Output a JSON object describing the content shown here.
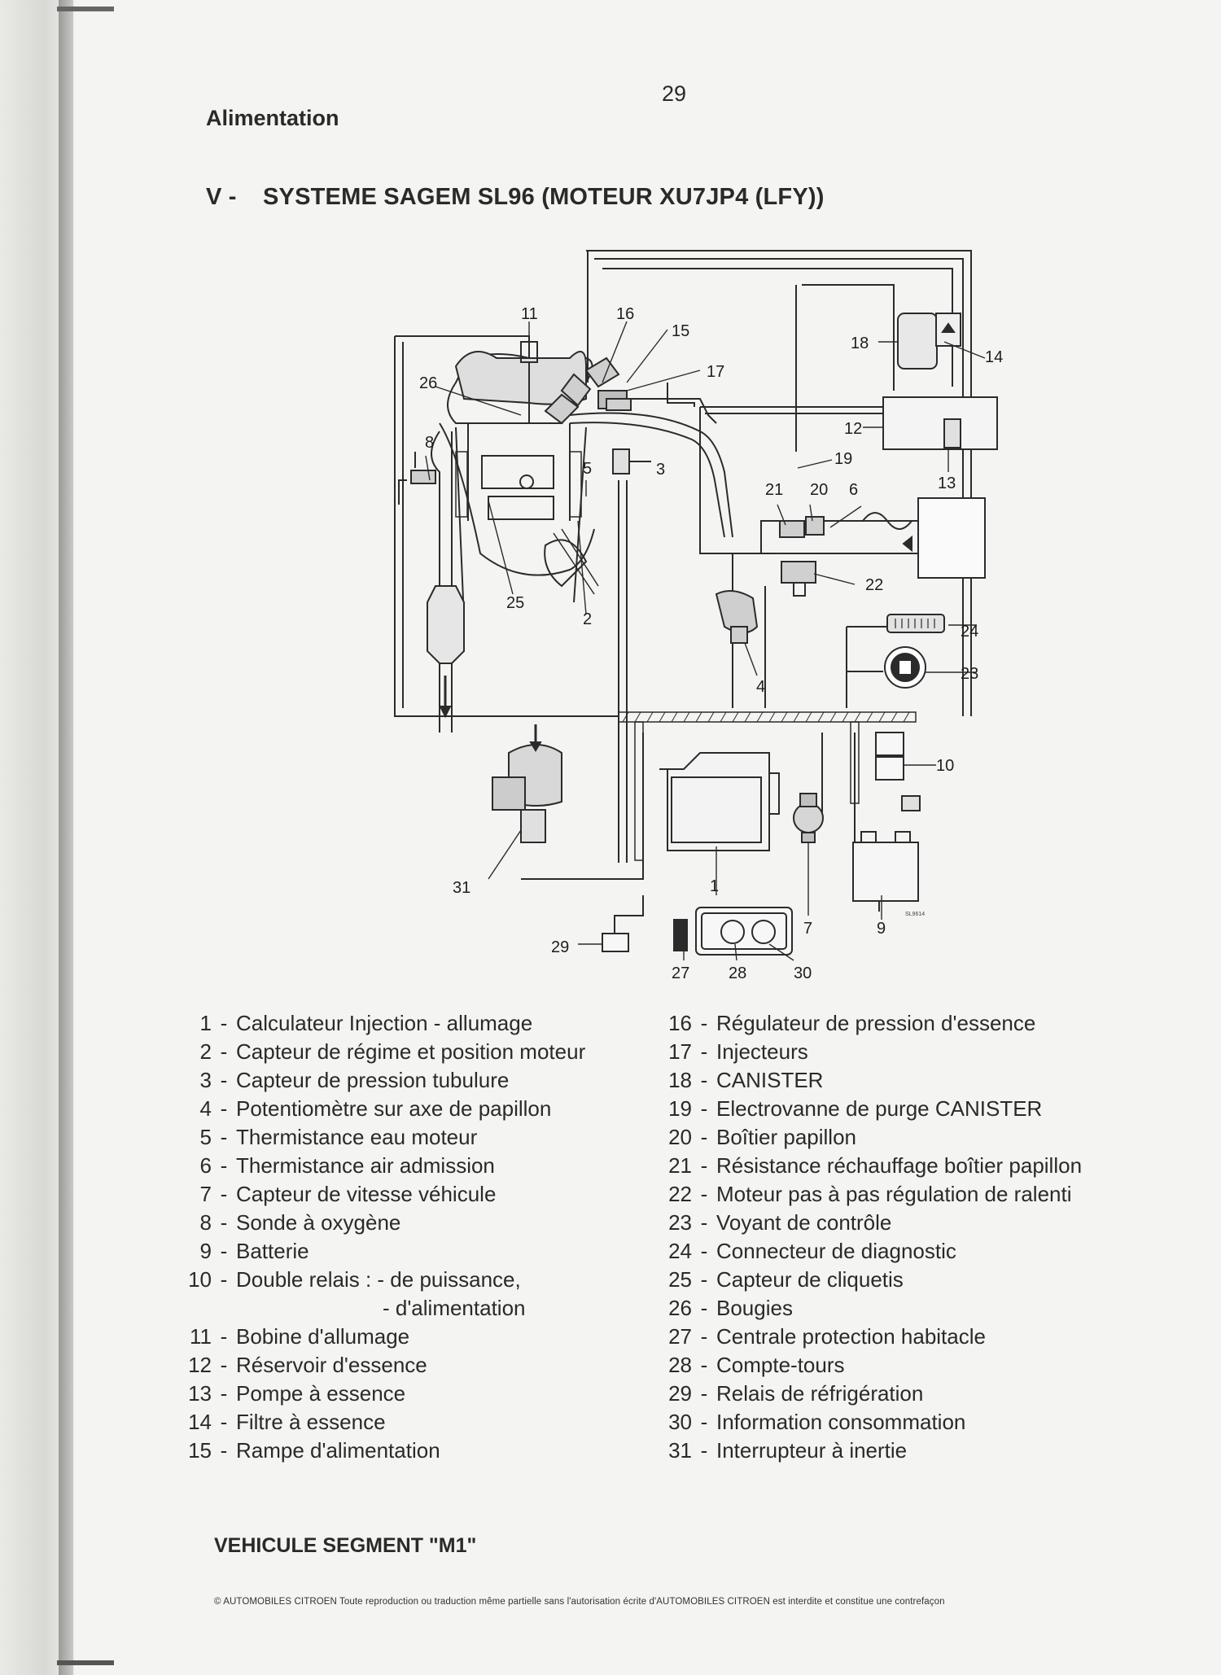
{
  "page_number": "29",
  "section": "Alimentation",
  "title_prefix": "V -",
  "title": "SYSTEME SAGEM SL96 (MOTEUR XU7JP4 (LFY))",
  "diagram": {
    "callouts": [
      "1",
      "2",
      "3",
      "4",
      "5",
      "6",
      "7",
      "8",
      "9",
      "10",
      "11",
      "12",
      "13",
      "14",
      "15",
      "16",
      "17",
      "18",
      "19",
      "20",
      "21",
      "22",
      "23",
      "24",
      "25",
      "26",
      "27",
      "28",
      "29",
      "30",
      "31"
    ],
    "ref_code": "SL9614"
  },
  "legend_left": [
    {
      "num": "1",
      "text": "Calculateur Injection - allumage"
    },
    {
      "num": "2",
      "text": "Capteur de régime et position moteur"
    },
    {
      "num": "3",
      "text": "Capteur de pression tubulure"
    },
    {
      "num": "4",
      "text": "Potentiomètre sur axe de papillon"
    },
    {
      "num": "5",
      "text": "Thermistance eau moteur"
    },
    {
      "num": "6",
      "text": "Thermistance air admission"
    },
    {
      "num": "7",
      "text": "Capteur de vitesse véhicule"
    },
    {
      "num": "8",
      "text": "Sonde à oxygène"
    },
    {
      "num": "9",
      "text": "Batterie"
    },
    {
      "num": "10",
      "text": "Double relais :  - de puissance,"
    },
    {
      "num": "",
      "text": "- d'alimentation"
    },
    {
      "num": "11",
      "text": "Bobine d'allumage"
    },
    {
      "num": "12",
      "text": "Réservoir d'essence"
    },
    {
      "num": "13",
      "text": "Pompe à essence"
    },
    {
      "num": "14",
      "text": "Filtre à essence"
    },
    {
      "num": "15",
      "text": "Rampe d'alimentation"
    }
  ],
  "legend_right": [
    {
      "num": "16",
      "text": "Régulateur de pression d'essence"
    },
    {
      "num": "17",
      "text": "Injecteurs"
    },
    {
      "num": "18",
      "text": "CANISTER"
    },
    {
      "num": "19",
      "text": "Electrovanne de purge CANISTER"
    },
    {
      "num": "20",
      "text": "Boîtier papillon"
    },
    {
      "num": "21",
      "text": "Résistance réchauffage boîtier papillon"
    },
    {
      "num": "22",
      "text": "Moteur pas à pas régulation de ralenti"
    },
    {
      "num": "23",
      "text": "Voyant de contrôle"
    },
    {
      "num": "24",
      "text": "Connecteur de diagnostic"
    },
    {
      "num": "25",
      "text": "Capteur de cliquetis"
    },
    {
      "num": "26",
      "text": "Bougies"
    },
    {
      "num": "27",
      "text": "Centrale protection habitacle"
    },
    {
      "num": "28",
      "text": "Compte-tours"
    },
    {
      "num": "29",
      "text": "Relais de réfrigération"
    },
    {
      "num": "30",
      "text": "Information consommation"
    },
    {
      "num": "31",
      "text": "Interrupteur à inertie"
    }
  ],
  "footer_segment": "VEHICULE SEGMENT \"M1\"",
  "copyright": "© AUTOMOBILES CITROEN Toute reproduction ou traduction même partielle sans l'autorisation écrite d'AUTOMOBILES CITROEN est interdite et constitue une contrefaçon"
}
